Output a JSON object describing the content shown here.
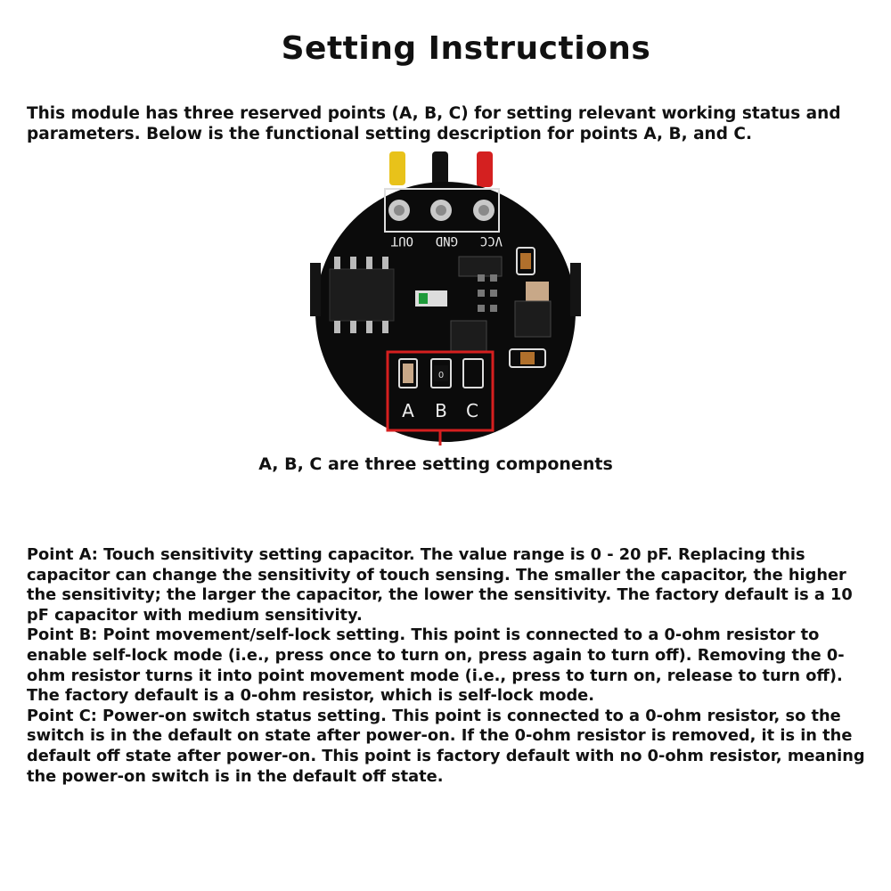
{
  "title": "Setting Instructions",
  "intro": "This module has three reserved points (A, B, C) for setting relevant working status and parameters. Below is the functional setting description for points A, B, and C.",
  "board": {
    "pin_labels": [
      "OUT",
      "GND",
      "VCC"
    ],
    "point_labels": [
      "A",
      "B",
      "C"
    ],
    "resistor_mark": "0",
    "wire_colors": [
      "#e8c21a",
      "#111111",
      "#d42020"
    ],
    "highlight_color": "#d61f1f"
  },
  "caption": "A, B, C are three setting components",
  "points": [
    {
      "text": "Point A: Touch sensitivity setting capacitor. The value range is 0 - 20 pF. Replacing this capacitor can change the sensitivity of touch sensing. The smaller the capacitor, the higher the sensitivity; the larger the capacitor, the lower the sensitivity. The factory default is a 10 pF capacitor with medium sensitivity."
    },
    {
      "text": "Point B: Point movement/self-lock setting. This point is connected to a 0-ohm resistor to enable self-lock mode (i.e., press once to turn on, press again to turn off). Removing the 0-ohm resistor turns it into point movement mode (i.e., press to turn on, release to turn off). The factory default is a 0-ohm resistor, which is self-lock mode."
    },
    {
      "text": "Point C: Power-on switch status setting. This point is connected to a 0-ohm resistor, so the switch is in the default on state after power-on. If the 0-ohm resistor is removed, it is in the default off state after power-on. This point is factory default with no 0-ohm resistor, meaning the power-on switch is in the default off state."
    }
  ]
}
